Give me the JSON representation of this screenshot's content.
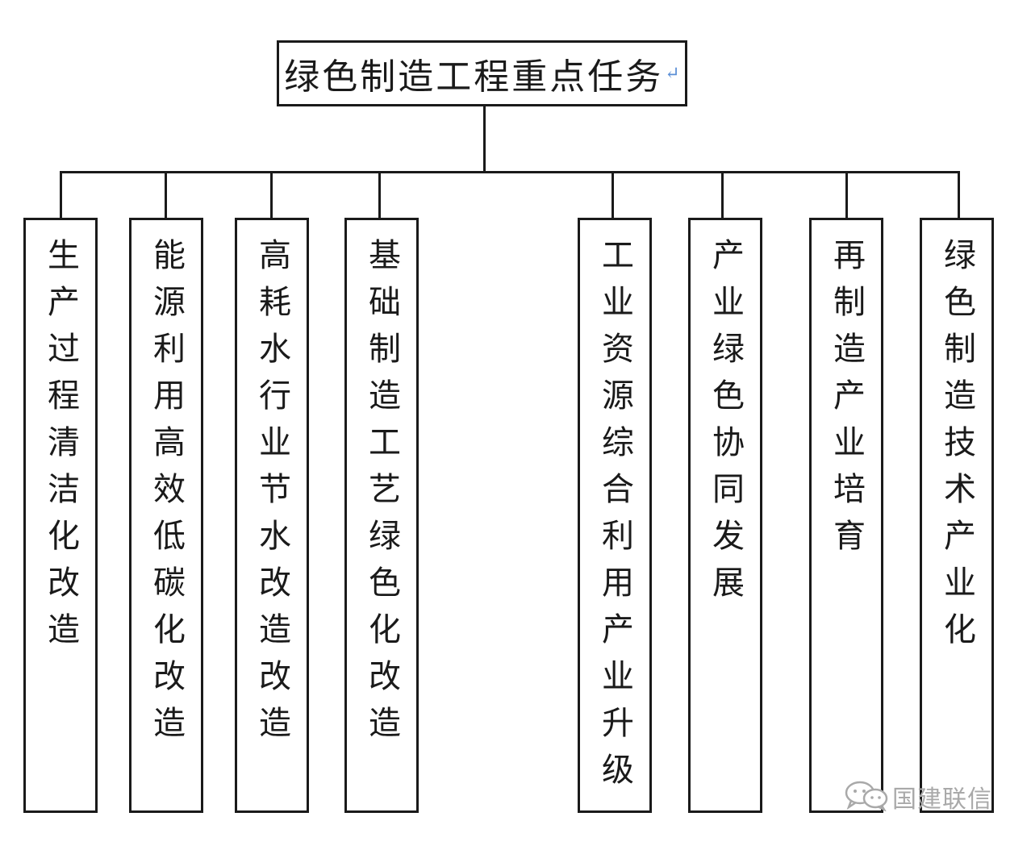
{
  "root": {
    "title": "绿色制造工程重点任务"
  },
  "tasks": [
    {
      "label": "生产过程清洁化改造"
    },
    {
      "label": "能源利用高效低碳化改造"
    },
    {
      "label": "高耗水行业节水改造改造"
    },
    {
      "label": "基础制造工艺绿色化改造"
    },
    {
      "label": "工业资源综合利用产业升级"
    },
    {
      "label": "产业绿色协同发展"
    },
    {
      "label": "再制造产业培育"
    },
    {
      "label": "绿色制造技术产业化"
    }
  ],
  "watermark": {
    "text": "国建联信",
    "icon": "wechat-icon"
  }
}
